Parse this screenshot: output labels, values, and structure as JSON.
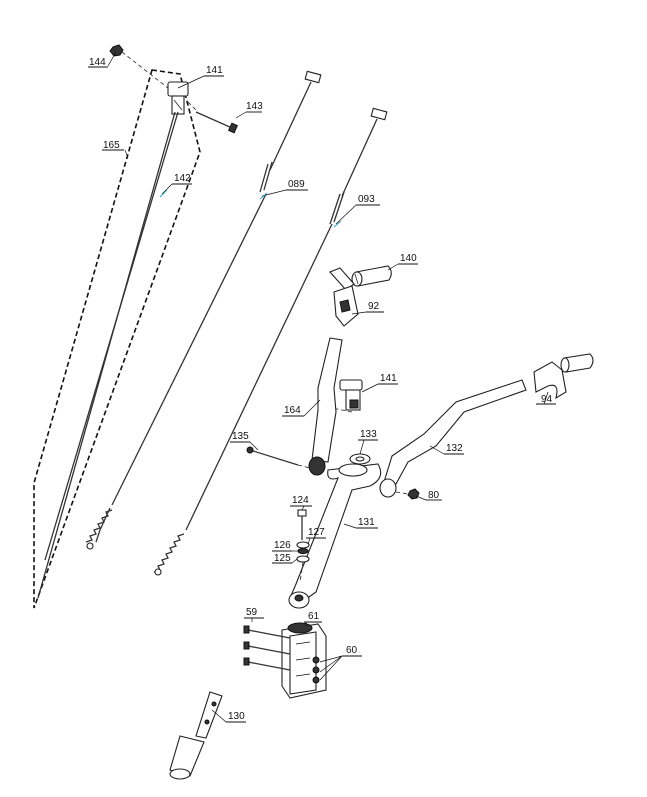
{
  "labels": {
    "p144": "144",
    "p141a": "141",
    "p143": "143",
    "p165": "165",
    "p142": "142",
    "p089": "089",
    "p093": "093",
    "p140": "140",
    "p92": "92",
    "p94": "94",
    "p141b": "141",
    "p164": "164",
    "p135": "135",
    "p133": "133",
    "p132": "132",
    "p80": "80",
    "p124": "124",
    "p127": "127",
    "p126": "126",
    "p125": "125",
    "p131": "131",
    "p59": "59",
    "p61": "61",
    "p60": "60",
    "p130": "130"
  }
}
